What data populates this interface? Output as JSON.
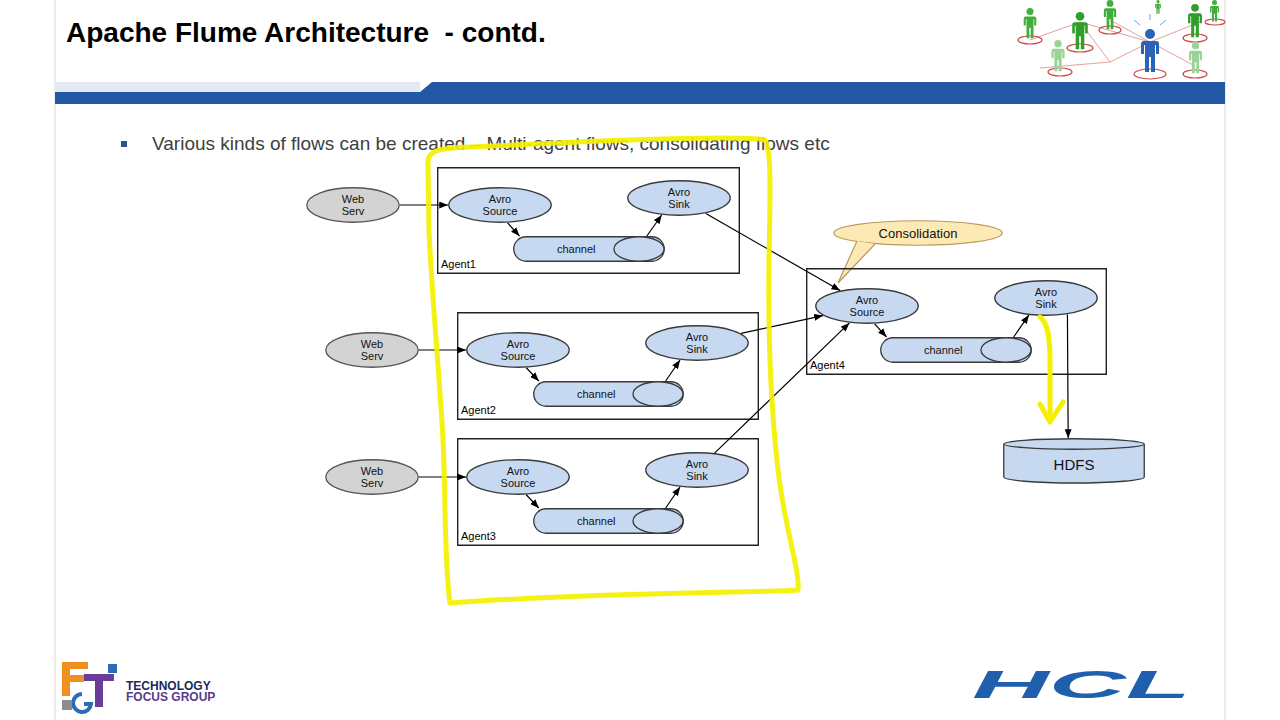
{
  "diagram": {
    "title": "Apache Flume Architecture  - contd.",
    "nodes": [
      {
        "text": [
          "Web Serv"
        ]
      },
      {
        "text": [
          "Agent1"
        ]
      },
      {
        "text": [
          "Avro Source"
        ],
        "in": 1
      },
      {
        "text": [
          "channel"
        ],
        "in": 1
      },
      {
        "text": [
          "Avro Sink"
        ],
        "in": 1
      },
      {
        "text": [
          "Consolidation"
        ]
      },
      {
        "text": [
          "Agent4"
        ]
      },
      {
        "text": [
          "Avro Source"
        ],
        "in": 6
      },
      {
        "text": [
          "channel"
        ],
        "in": 6
      },
      {
        "text": [
          "Avro Sink"
        ],
        "in": 6
      },
      {
        "text": [
          "Web Serv"
        ]
      },
      {
        "text": [
          "Agent2"
        ]
      },
      {
        "text": [
          "Avro Source"
        ],
        "in": 11
      },
      {
        "text": [
          "channel"
        ],
        "in": 11
      },
      {
        "text": [
          "Avro Sink"
        ],
        "in": 11
      },
      {
        "text": [
          "Web Serv"
        ]
      },
      {
        "text": [
          "Agent3"
        ]
      },
      {
        "text": [
          "Avro Source"
        ],
        "in": 16
      },
      {
        "text": [
          "channel"
        ],
        "in": 16
      },
      {
        "text": [
          "Avro Sink"
        ],
        "in": 16
      },
      {
        "text": [
          "HDFS"
        ]
      }
    ],
    "edges": [
      {
        "from": 0,
        "to": 2,
        "arrow": "to"
      },
      {
        "from": 2,
        "to": 3,
        "arrow": "to"
      },
      {
        "from": 3,
        "to": 4,
        "arrow": "to"
      },
      {
        "from": 4,
        "to": 7,
        "arrow": "to"
      },
      {
        "from": 10,
        "to": 12,
        "arrow": "to"
      },
      {
        "from": 12,
        "to": 13,
        "arrow": "to"
      },
      {
        "from": 13,
        "to": 14,
        "arrow": "to"
      },
      {
        "from": 14,
        "to": 7,
        "arrow": "to"
      },
      {
        "from": 15,
        "to": 17,
        "arrow": "to"
      },
      {
        "from": 17,
        "to": 18,
        "arrow": "to"
      },
      {
        "from": 18,
        "to": 19,
        "arrow": "to"
      },
      {
        "from": 19,
        "to": 7,
        "arrow": "to"
      },
      {
        "from": 7,
        "to": 8,
        "arrow": "to"
      },
      {
        "from": 8,
        "to": 9,
        "arrow": "to"
      },
      {
        "from": 9,
        "to": 20,
        "arrow": "to"
      }
    ],
    "labels": [
      "Various kinds of flows can be created – Multi-agent flows, consolidating flows etc",
      "TECHNOLOGY",
      "FOCUS GROUP",
      "HCL"
    ]
  }
}
